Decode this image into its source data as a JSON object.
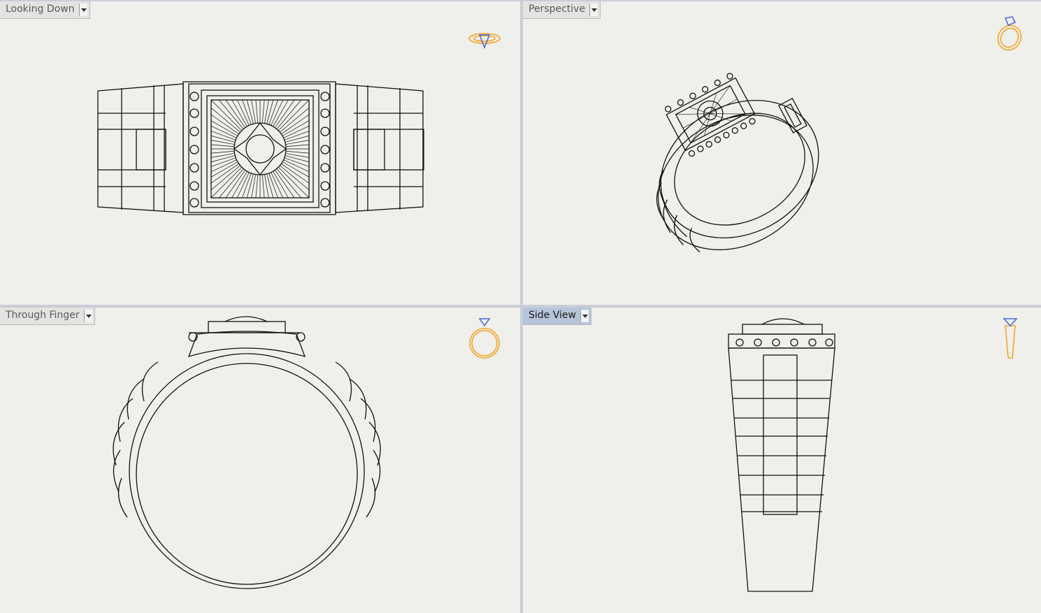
{
  "viewports": {
    "top": {
      "title": "Looking Down",
      "active": false
    },
    "perspective": {
      "title": "Perspective",
      "active": false
    },
    "front": {
      "title": "Through Finger",
      "active": false
    },
    "right": {
      "title": "Side View",
      "active": true
    }
  },
  "colors": {
    "viewport_bg": "#efefeb",
    "separator": "#c9ced6",
    "active_tab": "#b6c5da",
    "widget_gold": "#f2a628",
    "widget_blue": "#4f6fd1",
    "line": "#111111"
  },
  "icons": {
    "dropdown": "chevron-down-icon",
    "view_widget": "ring-view-cube-icon"
  }
}
